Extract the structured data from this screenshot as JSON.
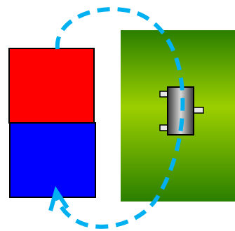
{
  "colors": {
    "background": "#ffffff",
    "red_block": "#ff0000",
    "blue_block": "#0000ff",
    "block_outline": "#000000",
    "board_green_dark": "#2a7f00",
    "board_green_light": "#9ccf00",
    "chip_dark": "#3a3a3a",
    "chip_light": "#d8d8d8",
    "chip_pin": "#e6e6e6",
    "arrow": "#00b0f0"
  },
  "icons": {
    "red_block": "red-square-block",
    "blue_block": "blue-square-block",
    "board": "green-circuit-board",
    "chip": "transistor-chip",
    "arrow": "curved-dashed-loop-arrow"
  }
}
